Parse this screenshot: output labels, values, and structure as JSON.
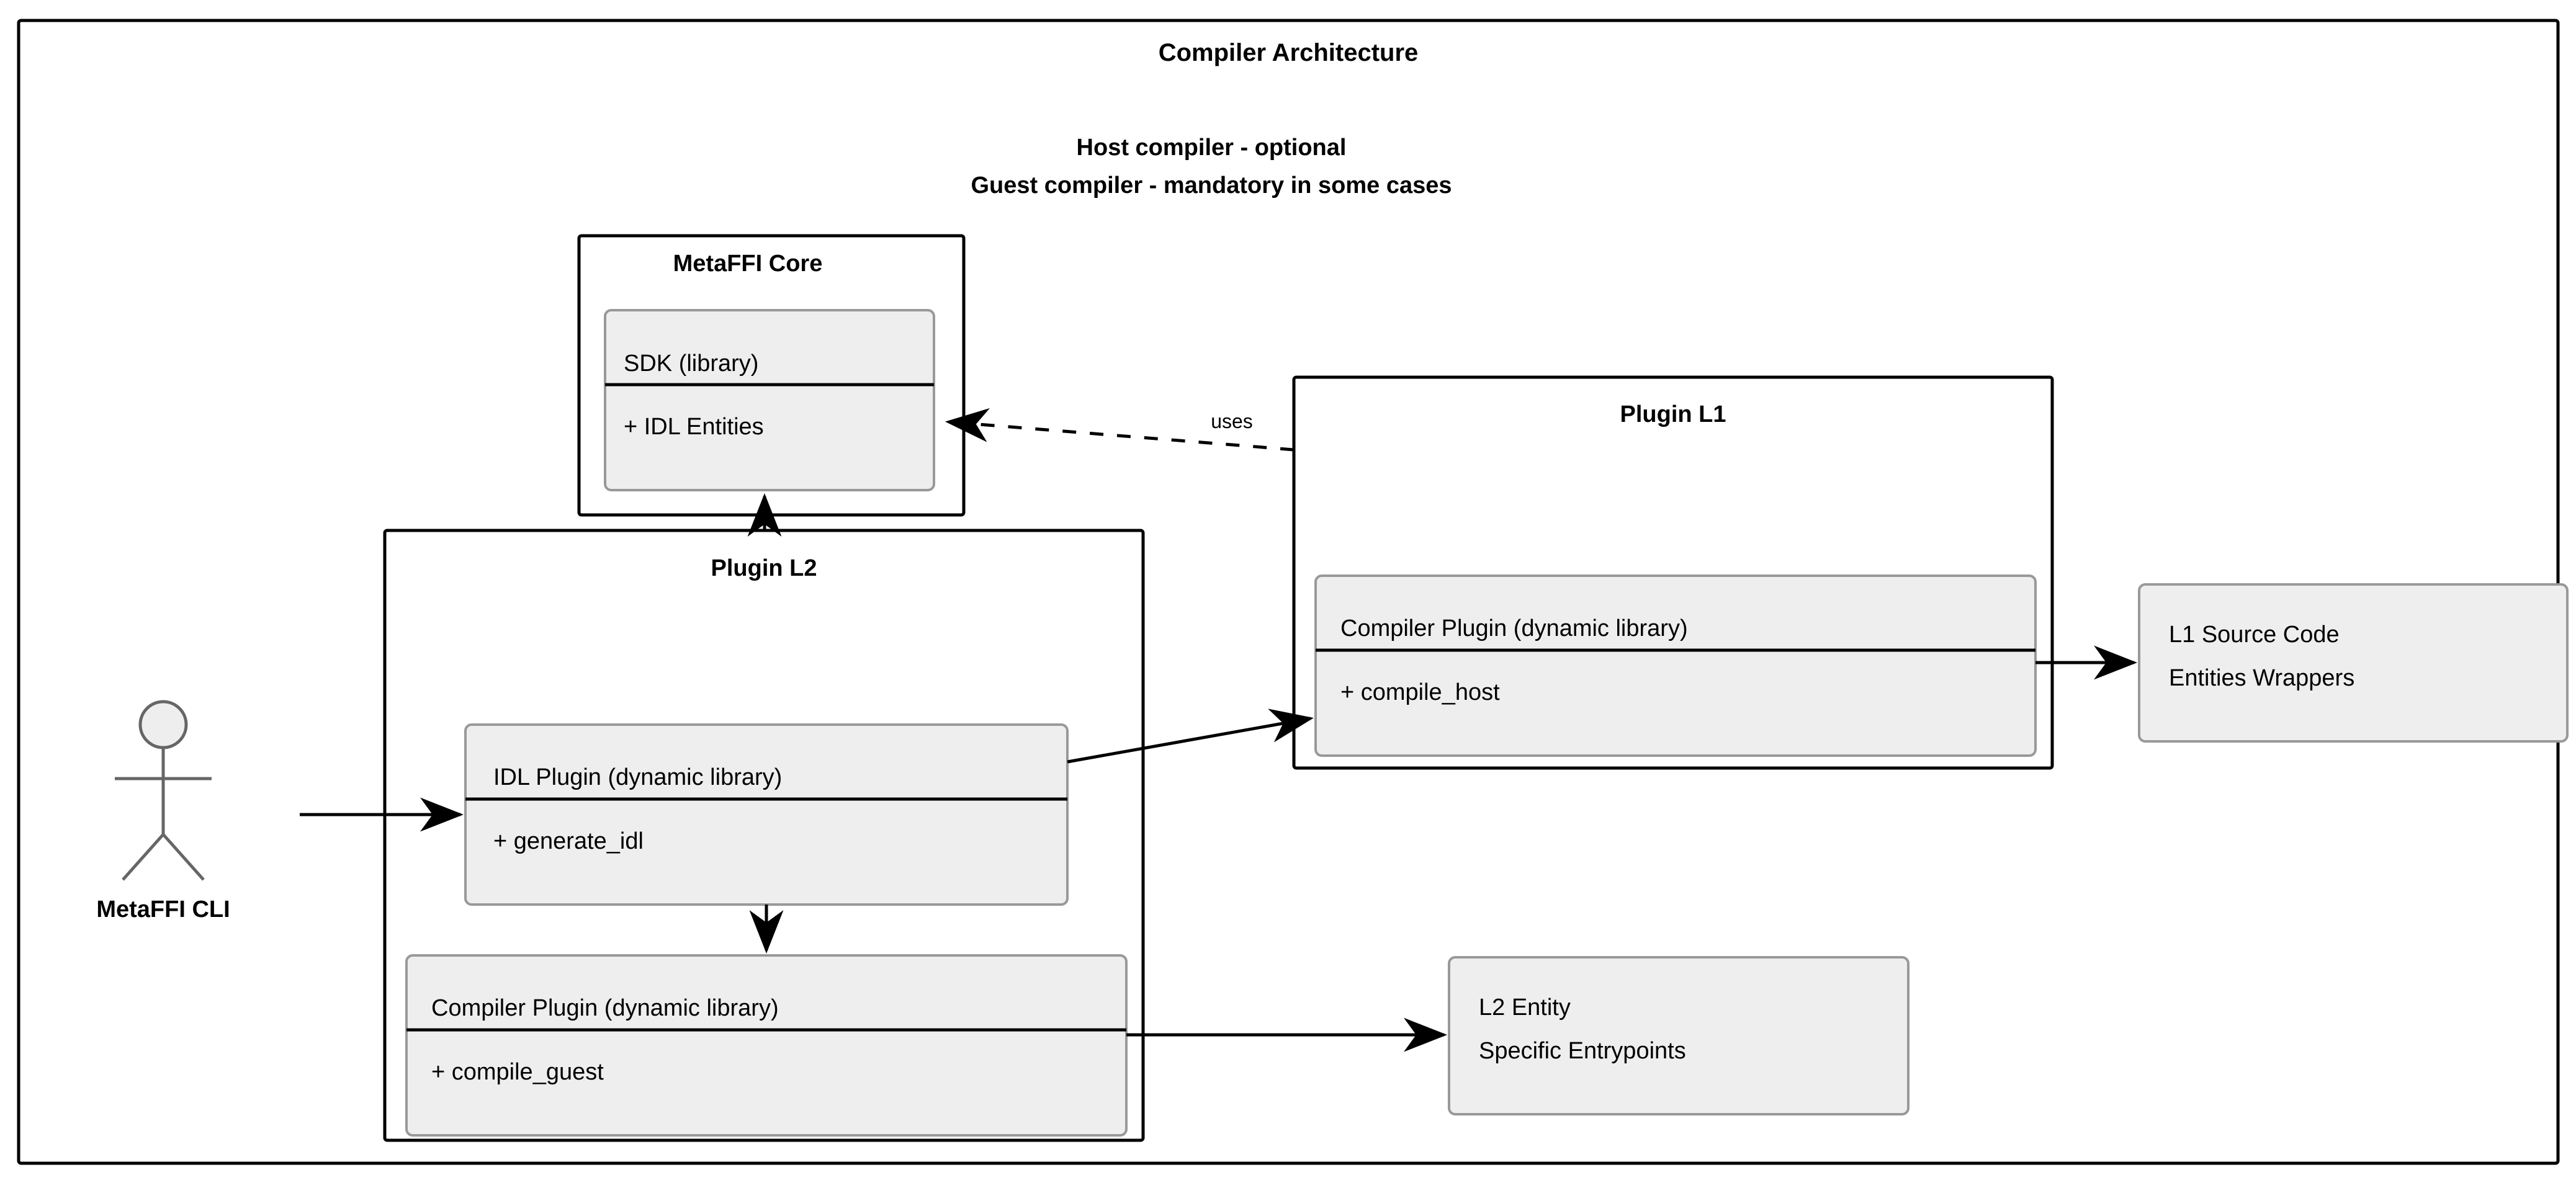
{
  "diagram": {
    "title": "Compiler Architecture",
    "subtitle_line1": "Host compiler - optional",
    "subtitle_line2": "Guest compiler - mandatory in some cases",
    "colors": {
      "background": "#ffffff",
      "stroke": "#000000",
      "class_fill": "#eeeeee",
      "class_stroke": "#999999",
      "actor_stroke": "#666666"
    }
  },
  "actor": {
    "name": "MetaFFI CLI",
    "icon": "actor-stick-figure"
  },
  "containers": {
    "metaffi_core": {
      "title": "MetaFFI Core",
      "classes": [
        {
          "name": "SDK (library)",
          "members": [
            "+ IDL Entities"
          ]
        }
      ]
    },
    "plugin_l1": {
      "title": "Plugin L1",
      "classes": [
        {
          "name": "Compiler Plugin (dynamic library)",
          "members": [
            "+ compile_host"
          ]
        }
      ]
    },
    "plugin_l2": {
      "title": "Plugin L2",
      "classes": [
        {
          "name": "IDL Plugin (dynamic library)",
          "members": [
            "+ generate_idl"
          ]
        },
        {
          "name": "Compiler Plugin (dynamic library)",
          "members": [
            "+ compile_guest"
          ]
        }
      ]
    }
  },
  "artifacts": {
    "l1_output": {
      "line1": "L1 Source Code",
      "line2": "Entities Wrappers"
    },
    "l2_output": {
      "line1": "L2 Entity",
      "line2": "Specific Entrypoints"
    }
  },
  "edges": {
    "uses_label": "uses"
  }
}
